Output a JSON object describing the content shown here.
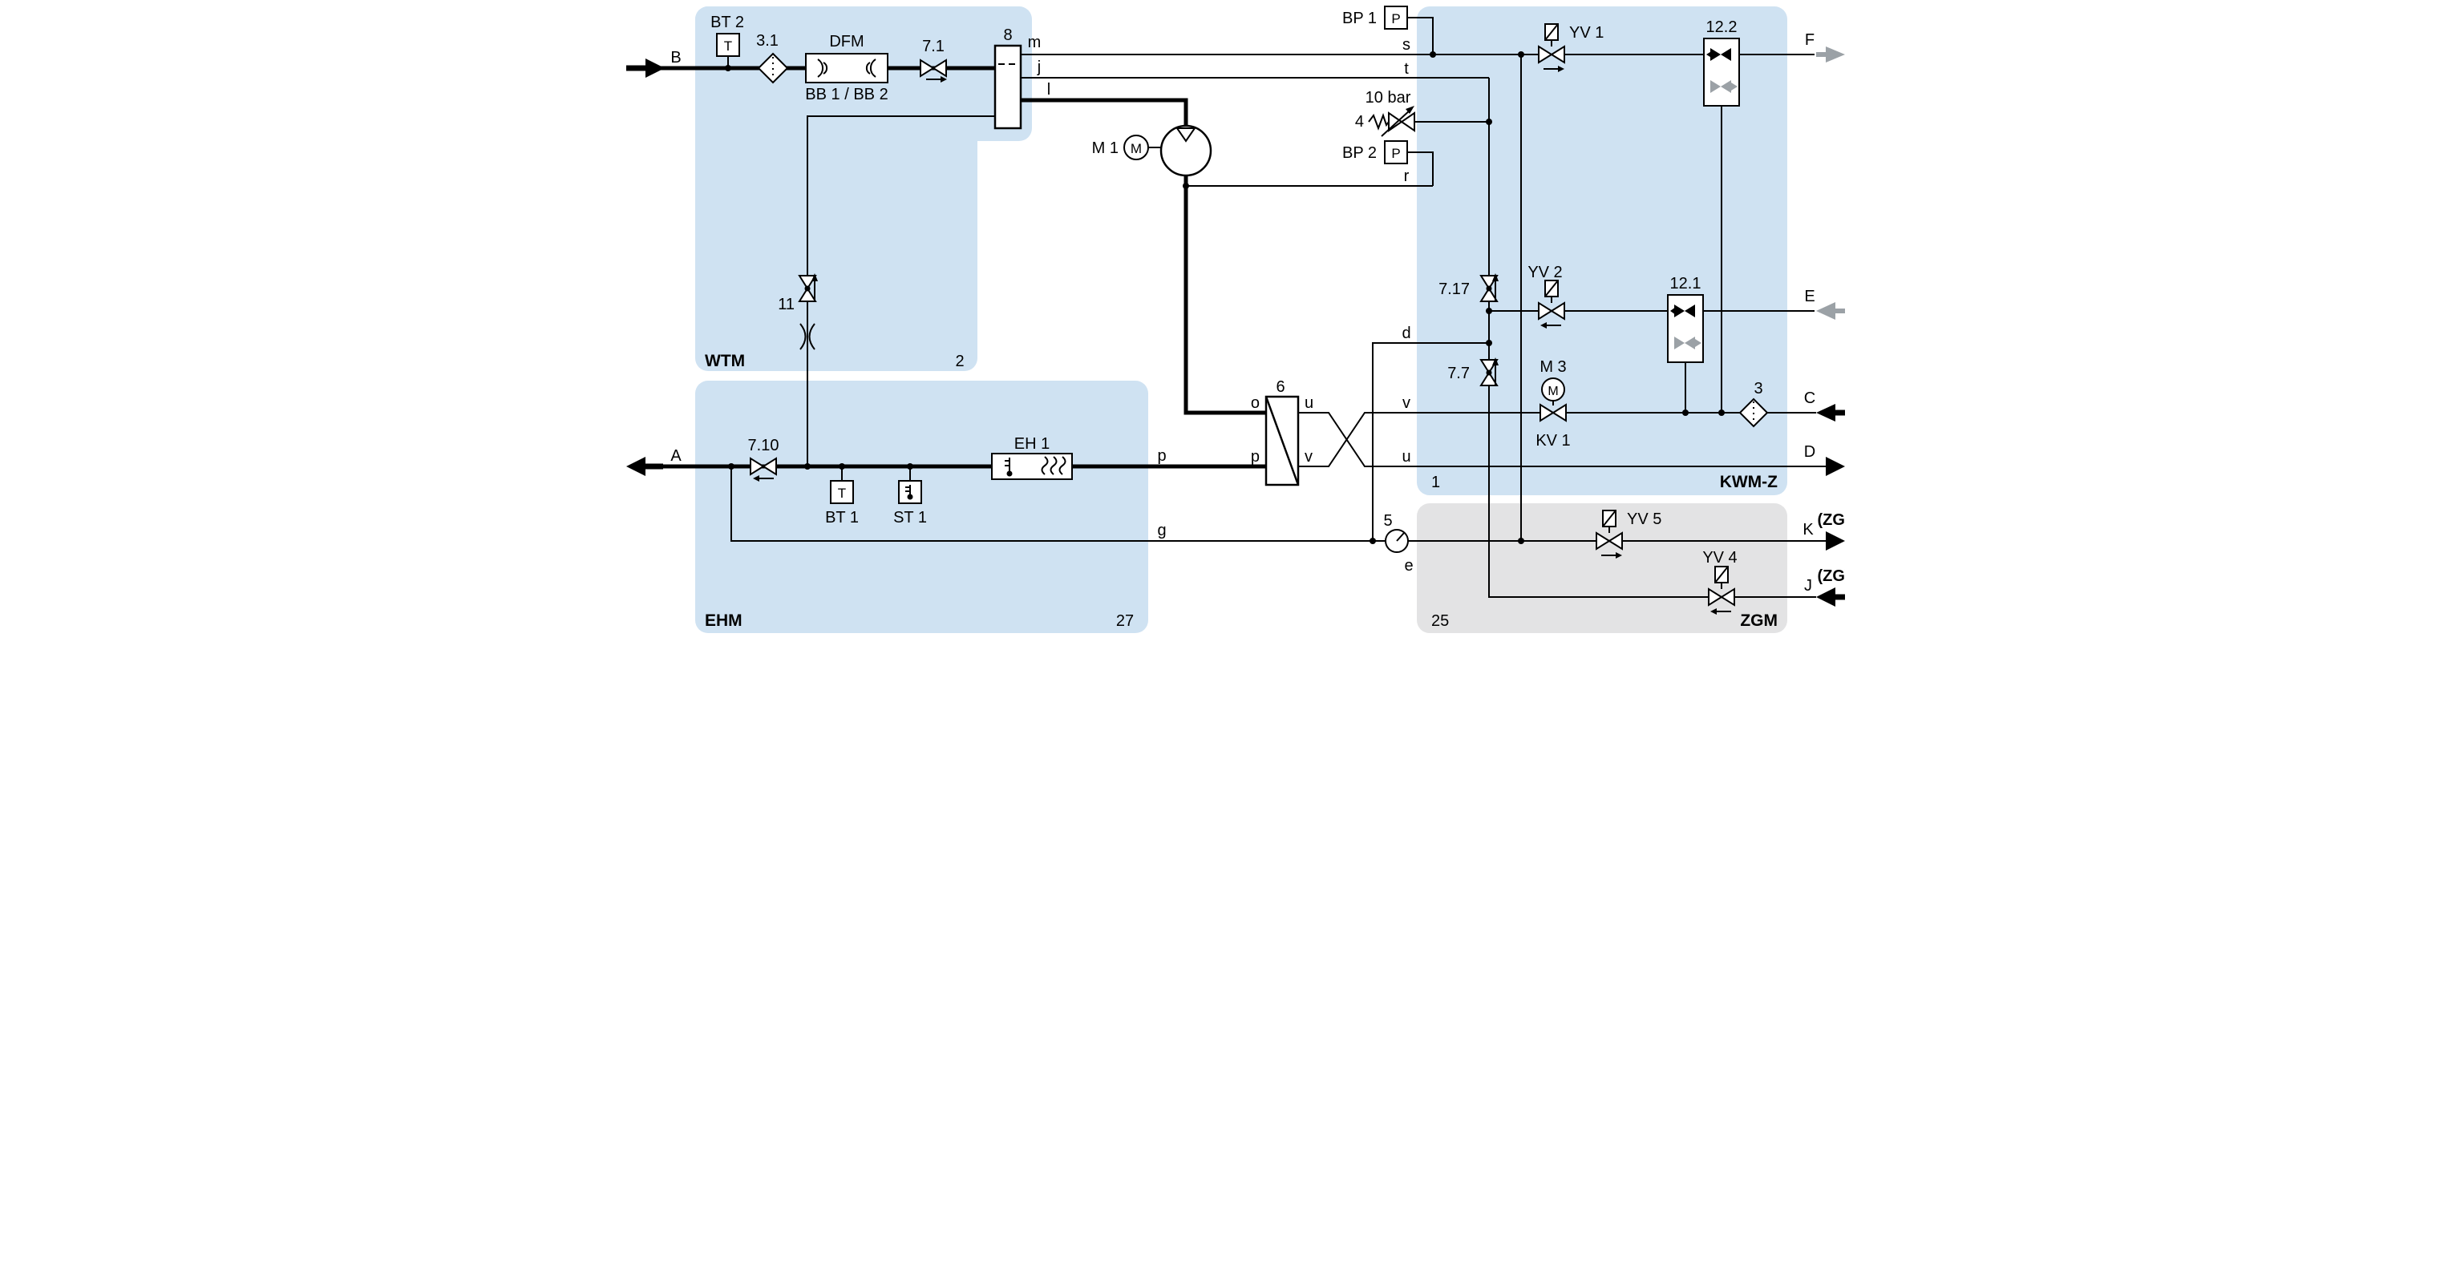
{
  "colors": {
    "zone_blue": "#cfe2f2",
    "zone_gray": "#e3e3e4",
    "line": "#000000",
    "gray_arrow": "#9ba1a6"
  },
  "zones": {
    "wtm": {
      "name": "WTM",
      "number": "2"
    },
    "ehm": {
      "name": "EHM",
      "number": "27"
    },
    "kwmz": {
      "name": "KWM-Z",
      "number": "1"
    },
    "zgm": {
      "name": "ZGM",
      "number": "25"
    }
  },
  "ports": {
    "a": {
      "label": "A"
    },
    "b": {
      "label": "B"
    },
    "c": {
      "label": "C"
    },
    "d": {
      "label": "D"
    },
    "e": {
      "label": "E"
    },
    "f": {
      "label": "F"
    },
    "j": {
      "label": "J",
      "tag": "(ZG)"
    },
    "k": {
      "label": "K",
      "tag": "(ZG)"
    }
  },
  "components": {
    "bt2": {
      "label": "BT 2",
      "letter": "T"
    },
    "f31": {
      "label": "3.1"
    },
    "dfm": {
      "label": "DFM",
      "sublabel": "BB 1 / BB 2"
    },
    "v71": {
      "label": "7.1"
    },
    "t8": {
      "label": "8"
    },
    "m1": {
      "label": "M 1",
      "letter": "M"
    },
    "v11": {
      "label": "11"
    },
    "hx6": {
      "label": "6"
    },
    "v710": {
      "label": "7.10"
    },
    "bt1": {
      "label": "BT 1",
      "letter": "T"
    },
    "st1": {
      "label": "ST 1"
    },
    "eh1": {
      "label": "EH 1"
    },
    "bp1": {
      "label": "BP 1",
      "letter": "P"
    },
    "bp2": {
      "label": "BP 2",
      "letter": "P"
    },
    "rv4": {
      "label": "4",
      "pressure": "10 bar"
    },
    "yv1": {
      "label": "YV 1"
    },
    "yv2": {
      "label": "YV 2"
    },
    "yv4": {
      "label": "YV 4"
    },
    "yv5": {
      "label": "YV 5"
    },
    "v717": {
      "label": "7.17"
    },
    "v77": {
      "label": "7.7"
    },
    "m3": {
      "label": "M 3",
      "letter": "M"
    },
    "kv1": {
      "label": "KV 1"
    },
    "f3": {
      "label": "3"
    },
    "c121": {
      "label": "12.1"
    },
    "c122": {
      "label": "12.2"
    },
    "g5": {
      "label": "5"
    }
  },
  "pipes": {
    "m": "m",
    "j": "j",
    "l": "l",
    "s": "s",
    "t": "t",
    "r": "r",
    "d": "d",
    "g": "g",
    "e": "e",
    "o": "o",
    "p1": "p",
    "p2": "p",
    "u_port": "u",
    "v_port": "v",
    "v_line": "v",
    "u_line": "u"
  }
}
